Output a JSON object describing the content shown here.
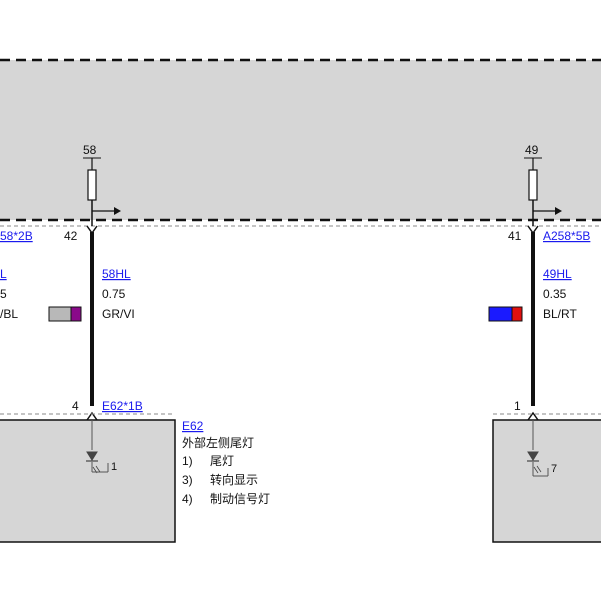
{
  "colors": {
    "panel_fill": "#d6d6d6",
    "wire": "#111111",
    "link": "#1a1aee",
    "swatch_gray": "#b8b8b8",
    "swatch_purple": "#8a0a8a",
    "swatch_blue": "#1a1aff",
    "swatch_red": "#e01010"
  },
  "icons": [
    "fuse-icon",
    "arrow-right-icon",
    "bulb-icon",
    "color-swatch-icon"
  ],
  "left_circuit": {
    "fuse_number": "58",
    "top_pin": "42",
    "top_connector": "58*2B",
    "wire_id": "58HL",
    "wire_gauge": "0.75",
    "wire_color": "GR/VI",
    "bottom_pin": "4",
    "bottom_connector": "E62*1B",
    "bulb_number": "1"
  },
  "left_edge_partial": {
    "wire_id": "L",
    "wire_gauge": "5",
    "wire_color": "/BL"
  },
  "component": {
    "code": "E62",
    "name": "外部左侧尾灯",
    "functions": [
      {
        "no": "1)",
        "label": "尾灯"
      },
      {
        "no": "3)",
        "label": "转向显示"
      },
      {
        "no": "4)",
        "label": "制动信号灯"
      }
    ]
  },
  "right_circuit": {
    "fuse_number": "49",
    "top_pin": "41",
    "top_connector": "A258*5B",
    "wire_id": "49HL",
    "wire_gauge": "0.35",
    "wire_color": "BL/RT",
    "bottom_pin": "1",
    "bulb_number": "7"
  }
}
